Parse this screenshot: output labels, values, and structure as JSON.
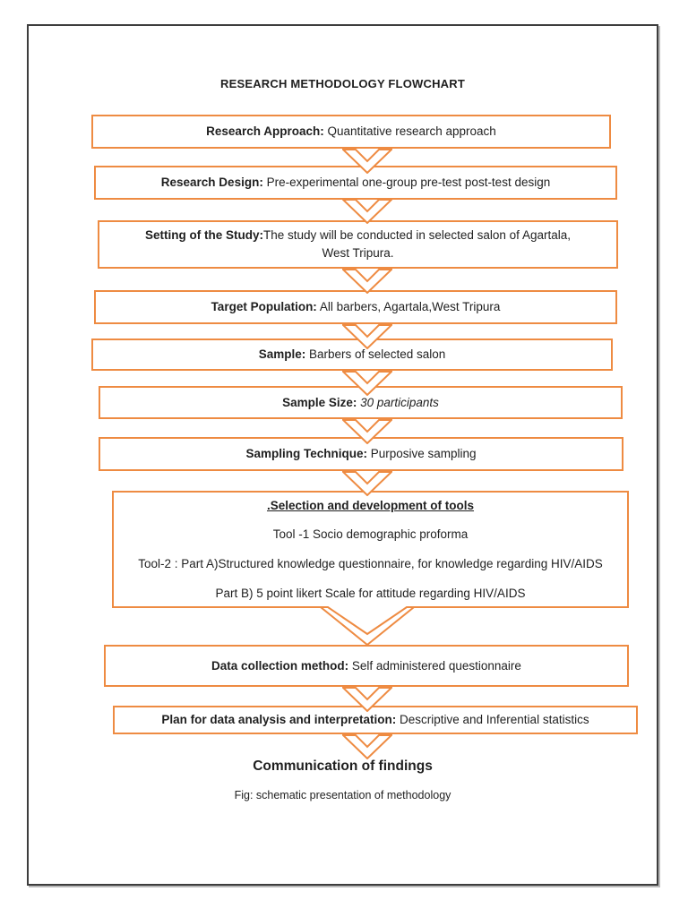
{
  "document": {
    "title": "RESEARCH METHODOLOGY FLOWCHART",
    "footer_heading": "Communication of findings",
    "figure_caption": "Fig: schematic presentation of methodology"
  },
  "colors": {
    "accent_orange": "#ee8b42",
    "page_border": "#3d3d3d",
    "text": "#1f1f1f"
  },
  "steps": [
    {
      "label": "Research Approach:",
      "text": " Quantitative research approach"
    },
    {
      "label": "Research Design:",
      "text": " Pre-experimental one-group pre-test post-test design"
    },
    {
      "label": "Setting of the Study:",
      "text": "The study will be conducted in selected salon of Agartala, West Tripura."
    },
    {
      "label": "Target Population:",
      "text": " All barbers, Agartala,West Tripura"
    },
    {
      "label": "Sample:",
      "text": " Barbers of selected salon"
    },
    {
      "label": "Sample Size:",
      "text": " 30 participants"
    },
    {
      "label": "Sampling Technique:",
      "text": " Purposive sampling"
    },
    {
      "title": ".Selection and development of tools",
      "lines": [
        "Tool -1 Socio demographic proforma",
        "Tool-2 : Part A)Structured knowledge questionnaire, for knowledge regarding HIV/AIDS",
        "Part B) 5 point likert Scale for attitude regarding HIV/AIDS"
      ]
    },
    {
      "label": "Data collection method:",
      "text": " Self administered questionnaire"
    },
    {
      "label": "Plan for data analysis and interpretation:",
      "text": " Descriptive and Inferential statistics"
    }
  ]
}
